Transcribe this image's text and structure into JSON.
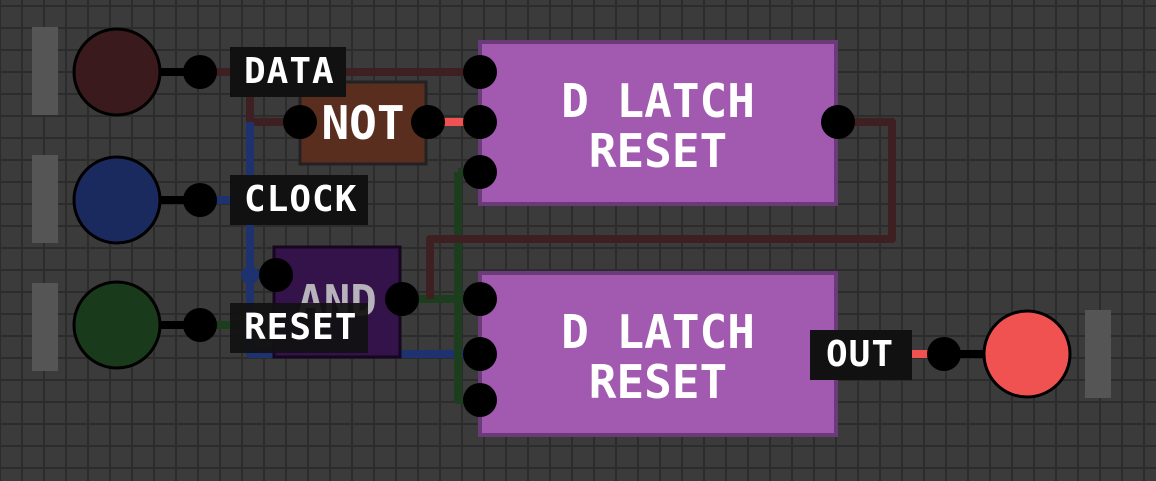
{
  "inputs": [
    {
      "label": "DATA",
      "color": "#3a1a1c"
    },
    {
      "label": "CLOCK",
      "color": "#1b2a5e"
    },
    {
      "label": "RESET",
      "color": "#1a3a1c"
    }
  ],
  "output": {
    "label": "OUT",
    "color": "#f05252"
  },
  "gates": {
    "not": {
      "label": "NOT",
      "color": "#5a2e1e"
    },
    "and": {
      "label": "AND",
      "color": "#34134a"
    },
    "latch1": {
      "line1": "D LATCH",
      "line2": "RESET",
      "color": "#a259b0"
    },
    "latch2": {
      "line1": "D LATCH",
      "line2": "RESET",
      "color": "#a259b0"
    }
  },
  "wire_colors": {
    "data": "#3f2022",
    "clock": "#1f3270",
    "reset": "#1d3d1f",
    "active": "#f05252"
  }
}
